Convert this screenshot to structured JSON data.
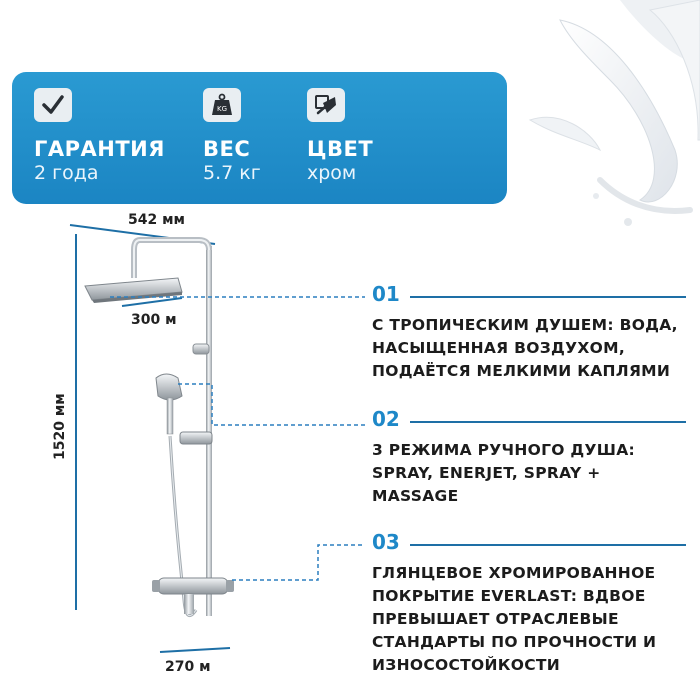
{
  "specs": {
    "warranty": {
      "label": "ГАРАНТИЯ",
      "value": "2 года",
      "icon": "checkmark-icon"
    },
    "weight": {
      "label": "ВЕС",
      "value": "5.7 кг",
      "icon": "weight-icon",
      "icon_text": "KG"
    },
    "color": {
      "label": "ЦВЕТ",
      "value": "хром",
      "icon": "paint-icon"
    }
  },
  "dimensions": {
    "width_top": "542 мм",
    "head_width": "300 м",
    "height": "1520 мм",
    "bottom_width": "270 м"
  },
  "features": [
    {
      "number": "01",
      "text": "С тропическим душем: вода, насыщенная воздухом, подаётся мелкими каплями"
    },
    {
      "number": "02",
      "text": "3 режима ручного душа: spray, enerjet, spray + massage"
    },
    {
      "number": "03",
      "text": "Глянцевое хромированное покрытие Everlast: вдвое превышает отраслевые стандарты по прочности и износостойкости"
    }
  ],
  "colors": {
    "accent": "#1e88c8",
    "banner": "#2294cf",
    "line": "#1e6fa6"
  }
}
